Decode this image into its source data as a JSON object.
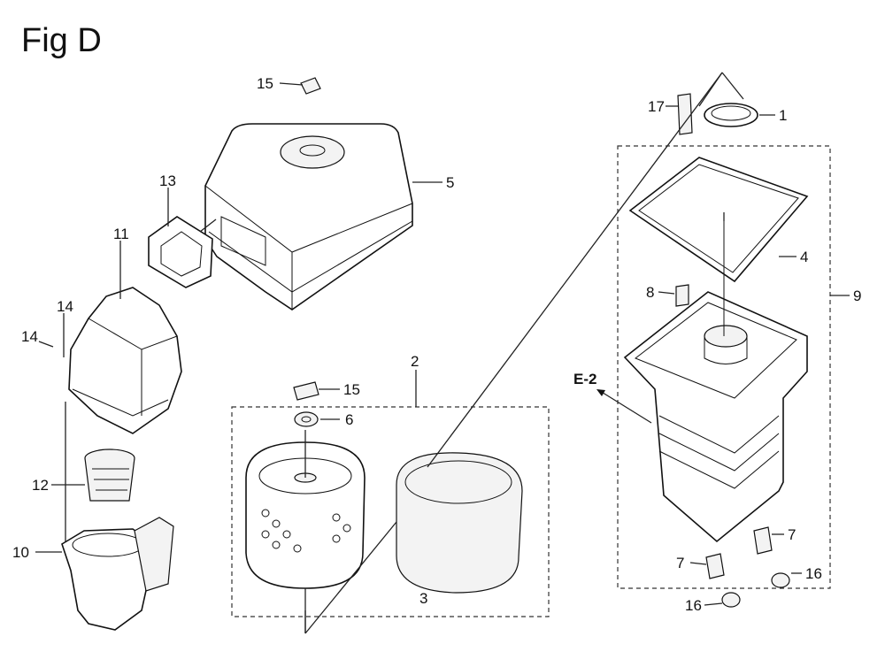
{
  "figure": {
    "title": "Fig D",
    "callouts": {
      "c1": "1",
      "c2": "2",
      "c3": "3",
      "c4": "4",
      "c5": "5",
      "c6": "6",
      "c7a": "7",
      "c7b": "7",
      "c8": "8",
      "c9": "9",
      "c10": "10",
      "c11": "11",
      "c12": "12",
      "c13": "13",
      "c14a": "14",
      "c14b": "14",
      "c15a": "15",
      "c15b": "15",
      "c16a": "16",
      "c16b": "16",
      "c17": "17",
      "ref": "E-2"
    }
  }
}
